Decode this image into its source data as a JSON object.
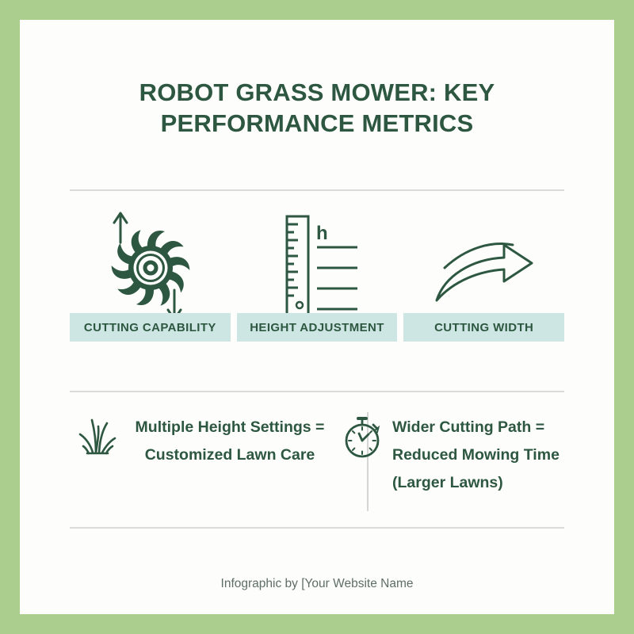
{
  "page": {
    "frame_color": "#abce8e",
    "card_color": "#fdfdfb",
    "accent_green": "#2d5740",
    "label_bar_color": "#cde5e3",
    "divider_color": "#dbdbdb",
    "footer_color": "#5f6e66"
  },
  "title": {
    "text": "ROBOT GRASS MOWER: KEY PERFORMANCE METRICS"
  },
  "metrics": [
    {
      "icon": "saw-blade-with-arrows-icon",
      "label": "CUTTING CAPABILITY"
    },
    {
      "icon": "ruler-height-icon",
      "label": "HEIGHT ADJUSTMENT"
    },
    {
      "icon": "curved-arrow-right-icon",
      "label": "CUTTING WIDTH"
    }
  ],
  "benefits": [
    {
      "icon": "grass-tuft-icon",
      "text": "Multiple Height Settings = Customized Lawn Care"
    },
    {
      "icon": "stopwatch-icon",
      "text": "Wider Cutting Path = Reduced Mowing Time (Larger Lawns)"
    }
  ],
  "footer": {
    "text": "Infographic by [Your Website Name"
  }
}
